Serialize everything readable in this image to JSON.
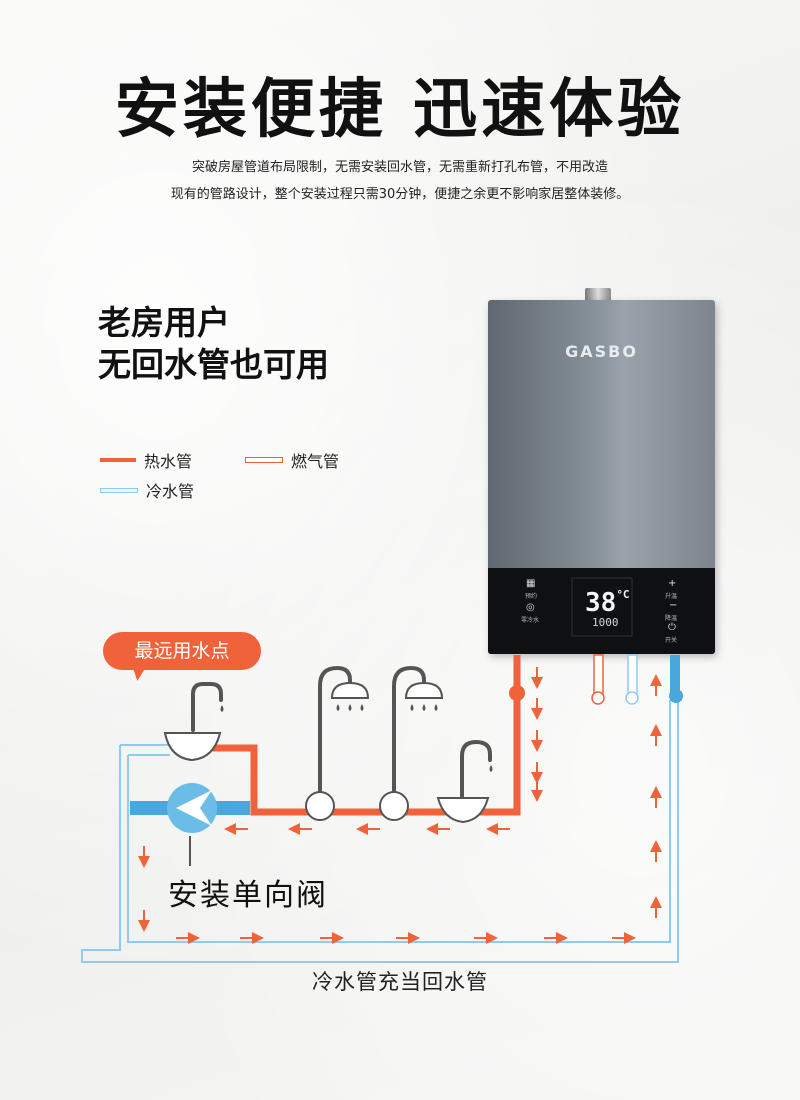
{
  "headline": "安装便捷 迅速体验",
  "description": [
    "突破房屋管道布局限制，无需安装回水管，无需重新打孔布管，不用改造",
    "现有的管路设计，整个安装过程只需30分钟，便捷之余更不影响家居整体装修。"
  ],
  "side_title": [
    "老房用户",
    "无回水管也可用"
  ],
  "legend": {
    "hot_water": "热水管",
    "gas": "燃气管",
    "cold_water": "冷水管"
  },
  "heater": {
    "brand": "GASBO",
    "display_temp": "38",
    "display_unit": "°C",
    "display_sub": "1000",
    "panel_labels": [
      "预约",
      "零冷水",
      "升温",
      "降温",
      "开关"
    ]
  },
  "callout_label": "最远用水点",
  "valve_label": "安装单向阀",
  "bottom_label": "冷水管充当回水管",
  "colors": {
    "hot_pipe": "#f0623a",
    "cold_pipe": "#c9e6f5",
    "cold_pipe_border": "#4aa7dc",
    "gas_pipe": "#f0623a",
    "heater_body": "#7c858e",
    "panel": "#0e1012",
    "valve": "#4aa7dc",
    "flow_arrow": "#f0623a"
  },
  "icons": [
    "shower-head-icon",
    "faucet-icon",
    "basin-icon",
    "check-valve-icon",
    "down-arrow-icon",
    "up-arrow-icon",
    "left-arrow-icon",
    "right-arrow-icon"
  ]
}
